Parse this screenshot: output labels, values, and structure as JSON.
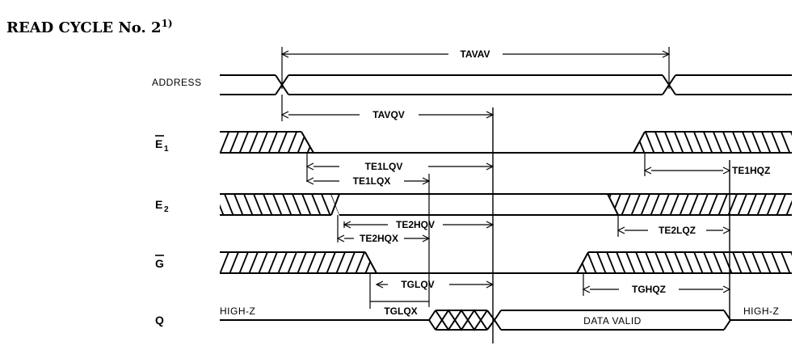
{
  "title": {
    "text": "READ CYCLE No. 2",
    "superscript": "1)"
  },
  "signals": {
    "address": "ADDRESS",
    "e1": {
      "base": "E",
      "sub": "1"
    },
    "e2": {
      "base": "E",
      "sub": "2"
    },
    "g": "G",
    "q": "Q"
  },
  "timings": {
    "tavav": "TAVAV",
    "tavqv": "TAVQV",
    "te1lqv": "TE1LQV",
    "te1lqx": "TE1LQX",
    "te1hqz": "TE1HQZ",
    "te2hqv": "TE2HQV",
    "te2hqx": "TE2HQX",
    "te2lqz": "TE2LQZ",
    "tglqv": "TGLQV",
    "tglqx": "TGLQX",
    "tghqz": "TGHQZ"
  },
  "states": {
    "high_z_left": "HIGH-Z",
    "high_z_right": "HIGH-Z",
    "data_valid": "DATA VALID"
  }
}
